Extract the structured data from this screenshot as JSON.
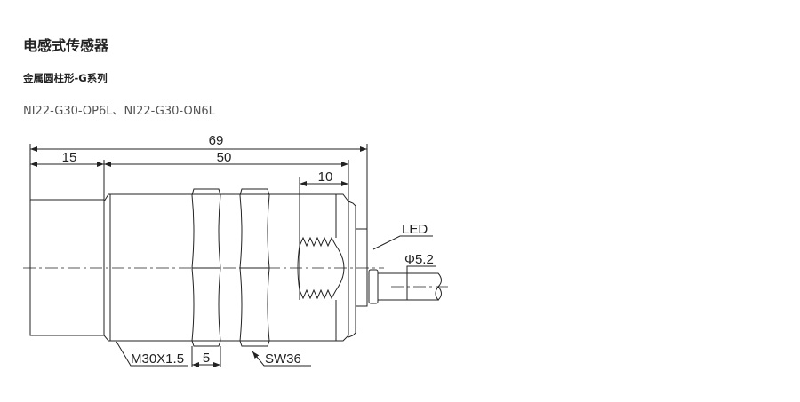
{
  "header": {
    "title": "电感式传感器",
    "subtitle": "金属圆柱形-G系列",
    "models": "NI22-G30-OP6L、NI22-G30-ON6L"
  },
  "drawing": {
    "dim_total": "69",
    "dim_head": "15",
    "dim_body": "50",
    "dim_thread": "10",
    "label_led": "LED",
    "label_cable": "Φ5.2",
    "label_thread": "M30X1.5",
    "label_nut": "5",
    "label_wrench": "SW36"
  }
}
